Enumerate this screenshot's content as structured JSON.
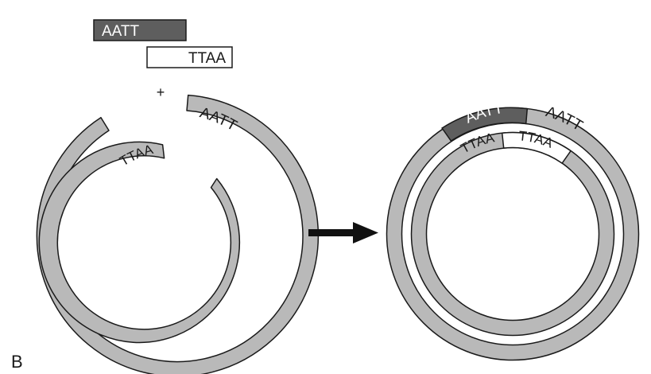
{
  "panel_label": "B",
  "fragment": {
    "top_strand": "AATT",
    "bottom_strand": "TTAA",
    "plus": "+"
  },
  "open_plasmid": {
    "inner_label": "TTAA",
    "outer_label": "AATT"
  },
  "closed_plasmid": {
    "outer_labels": [
      "AATT",
      "AATT"
    ],
    "inner_labels": [
      "TTAA",
      "TTAA"
    ]
  },
  "colors": {
    "strand": "#b9b9b9",
    "insert_dark": "#5e5e5e",
    "outline": "#1a1a1a",
    "background": "#ffffff"
  }
}
